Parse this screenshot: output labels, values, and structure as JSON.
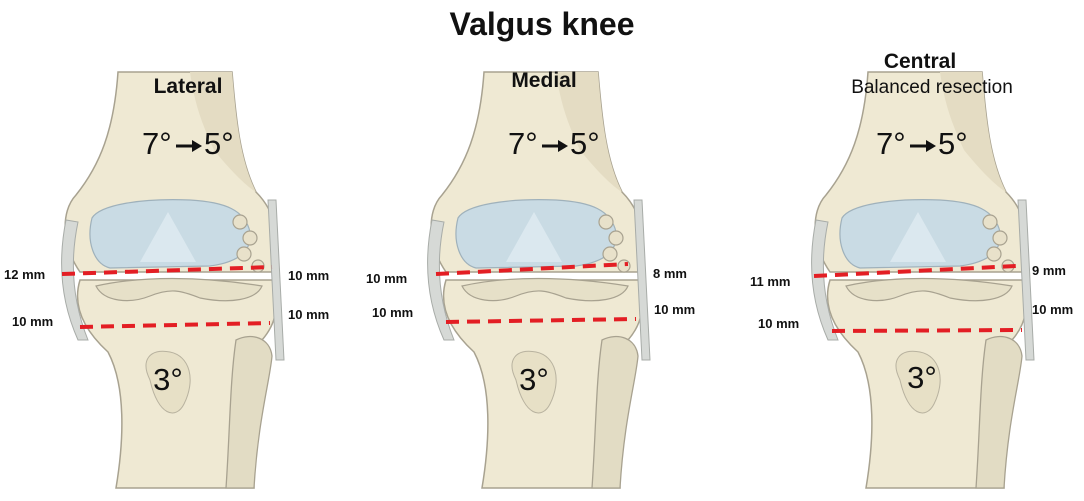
{
  "figure": {
    "title": "Valgus knee"
  },
  "panels": [
    {
      "title": "Lateral",
      "subtitle": "",
      "femoral_angle_from": "7°",
      "femoral_angle_to": "5°",
      "tibial_angle": "3°",
      "femoral_cut_left": "12 mm",
      "femoral_cut_right": "10 mm",
      "tibial_cut_left": "10 mm",
      "tibial_cut_right": "10 mm"
    },
    {
      "title": "Medial",
      "subtitle": "",
      "femoral_angle_from": "7°",
      "femoral_angle_to": "5°",
      "tibial_angle": "3°",
      "femoral_cut_left": "10 mm",
      "femoral_cut_right": "8 mm",
      "tibial_cut_left": "10 mm",
      "tibial_cut_right": "10 mm"
    },
    {
      "title": "Central",
      "subtitle": "Balanced resection",
      "femoral_angle_from": "7°",
      "femoral_angle_to": "5°",
      "tibial_angle": "3°",
      "femoral_cut_left": "11 mm",
      "femoral_cut_right": "9 mm",
      "tibial_cut_left": "10 mm",
      "tibial_cut_right": "10 mm"
    }
  ],
  "colors": {
    "cut_line": "#e31e24",
    "bone": "#efe9d3",
    "bone_outline": "#a8a290",
    "cartilage": "#c9dbe4",
    "fibula": "#e2dcc4",
    "ligament": "#d6d9d6"
  }
}
